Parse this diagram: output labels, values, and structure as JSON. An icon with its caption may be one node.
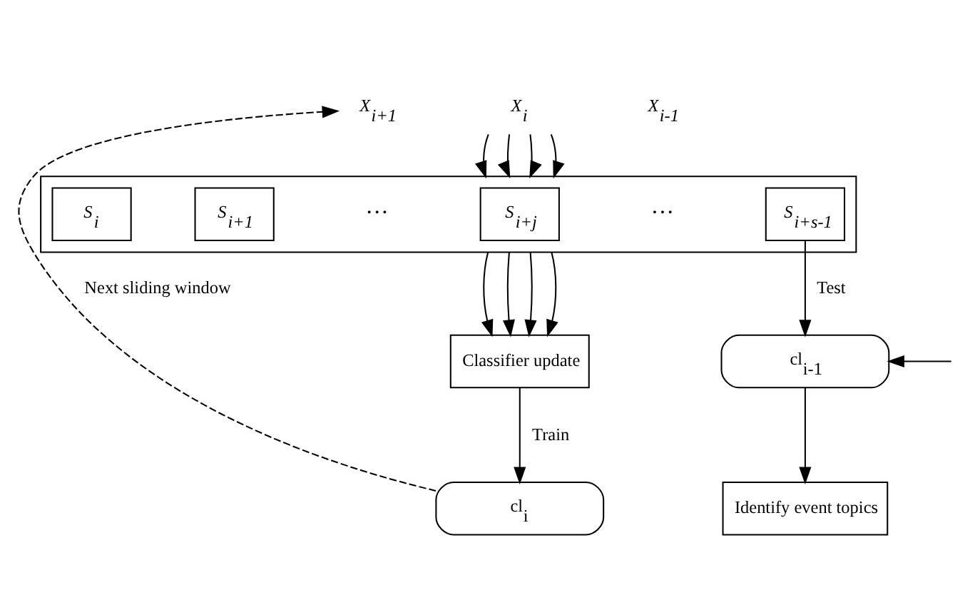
{
  "diagram": {
    "nodes": [
      {
        "text": [
          "X$_{i+1}$"
        ]
      },
      {
        "text": [
          "X$_{i}$"
        ]
      },
      {
        "text": [
          "X$_{i-1}$"
        ]
      },
      {
        "text": [],
        "shape": "box"
      },
      {
        "text": [
          "S$_{i}$"
        ],
        "in": 3
      },
      {
        "text": [
          "S$_{i+1}$"
        ],
        "in": 3
      },
      {
        "text": [
          "S$_{i+j}$"
        ],
        "in": 3
      },
      {
        "text": [
          "S$_{i+s-1}$"
        ],
        "in": 3
      },
      {
        "text": [
          "Classifier update"
        ]
      },
      {
        "text": [
          "cl$_{i}$"
        ]
      },
      {
        "text": [
          "cl$_{i-1}$"
        ]
      },
      {
        "text": [
          "Identify event topics"
        ]
      }
    ],
    "edges": [
      {
        "from": 1,
        "to": 3,
        "arrow": "to"
      },
      {
        "from": 1,
        "to": 3,
        "arrow": "to"
      },
      {
        "from": 1,
        "to": 3,
        "arrow": "to"
      },
      {
        "from": 1,
        "to": 3,
        "arrow": "to"
      },
      {
        "from": 3,
        "to": 8,
        "arrow": "to"
      },
      {
        "from": 3,
        "to": 8,
        "arrow": "to"
      },
      {
        "from": 3,
        "to": 8,
        "arrow": "to"
      },
      {
        "from": 3,
        "to": 8,
        "arrow": "to"
      },
      {
        "from": 8,
        "to": 9,
        "arrow": "to",
        "label": "Train"
      },
      {
        "from": 7,
        "to": 10,
        "arrow": "to",
        "label": "Test"
      },
      {
        "from": 10,
        "to": 11,
        "arrow": "to"
      },
      {
        "from": 9,
        "to": 0,
        "arrow": "to",
        "style": "dashed",
        "label": "Next sliding window"
      },
      {
        "from": null,
        "to": 10,
        "arrow": "to"
      }
    ],
    "labels": [
      "···",
      "···"
    ]
  }
}
